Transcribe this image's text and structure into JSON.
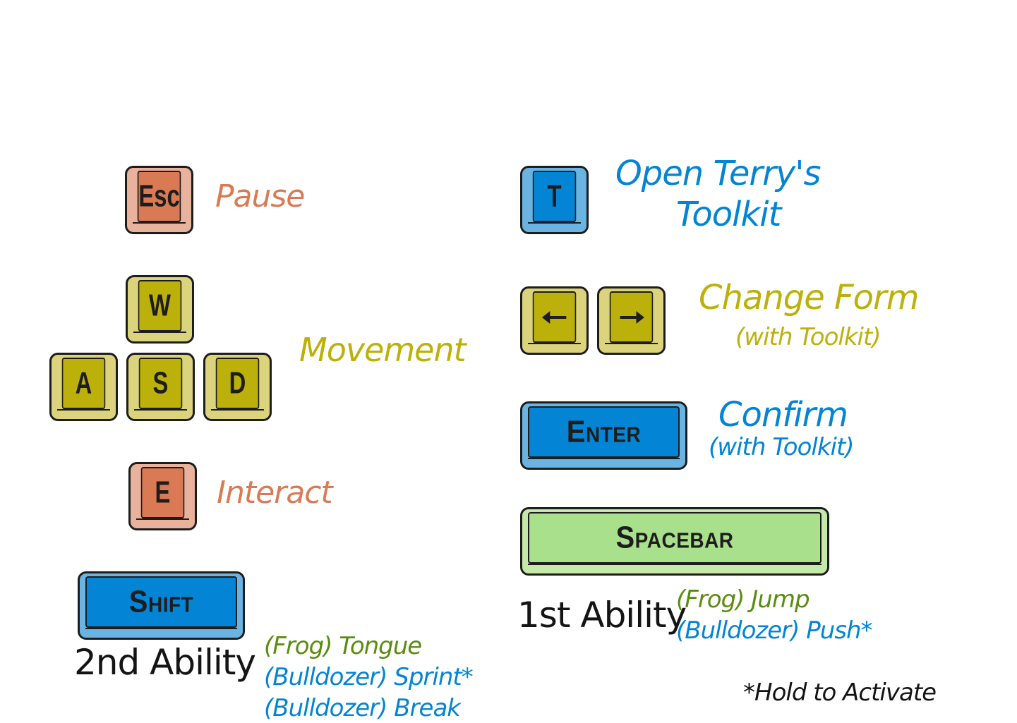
{
  "colors": {
    "orange": "#d97a54",
    "yellow": "#bcb10b",
    "blue": "#0384d4",
    "green": "#a9e08b",
    "ability_green_text": "#5b8c12",
    "outline": "#1d1d1d"
  },
  "keys": {
    "esc": "Esc",
    "w": "W",
    "a": "A",
    "s": "S",
    "d": "D",
    "e": "E",
    "shift": "Shift",
    "t": "T",
    "left_arrow_icon": "arrow-left-icon",
    "right_arrow_icon": "arrow-right-icon",
    "enter": "Enter",
    "spacebar": "Spacebar"
  },
  "labels": {
    "pause": "Pause",
    "movement": "Movement",
    "interact": "Interact",
    "toolkit_line1": "Open Terry's",
    "toolkit_line2": "Toolkit",
    "change_form": "Change Form",
    "change_form_sub": "(with Toolkit)",
    "confirm": "Confirm",
    "confirm_sub": "(with Toolkit)",
    "second_ability": "2nd Ability",
    "second_ability_lines": [
      "(Frog) Tongue",
      "(Bulldozer) Sprint*",
      "(Bulldozer) Break"
    ],
    "first_ability": "1st Ability",
    "first_ability_lines": [
      "(Frog) Jump",
      "(Bulldozer) Push*"
    ],
    "hold_note": "*Hold to Activate"
  }
}
